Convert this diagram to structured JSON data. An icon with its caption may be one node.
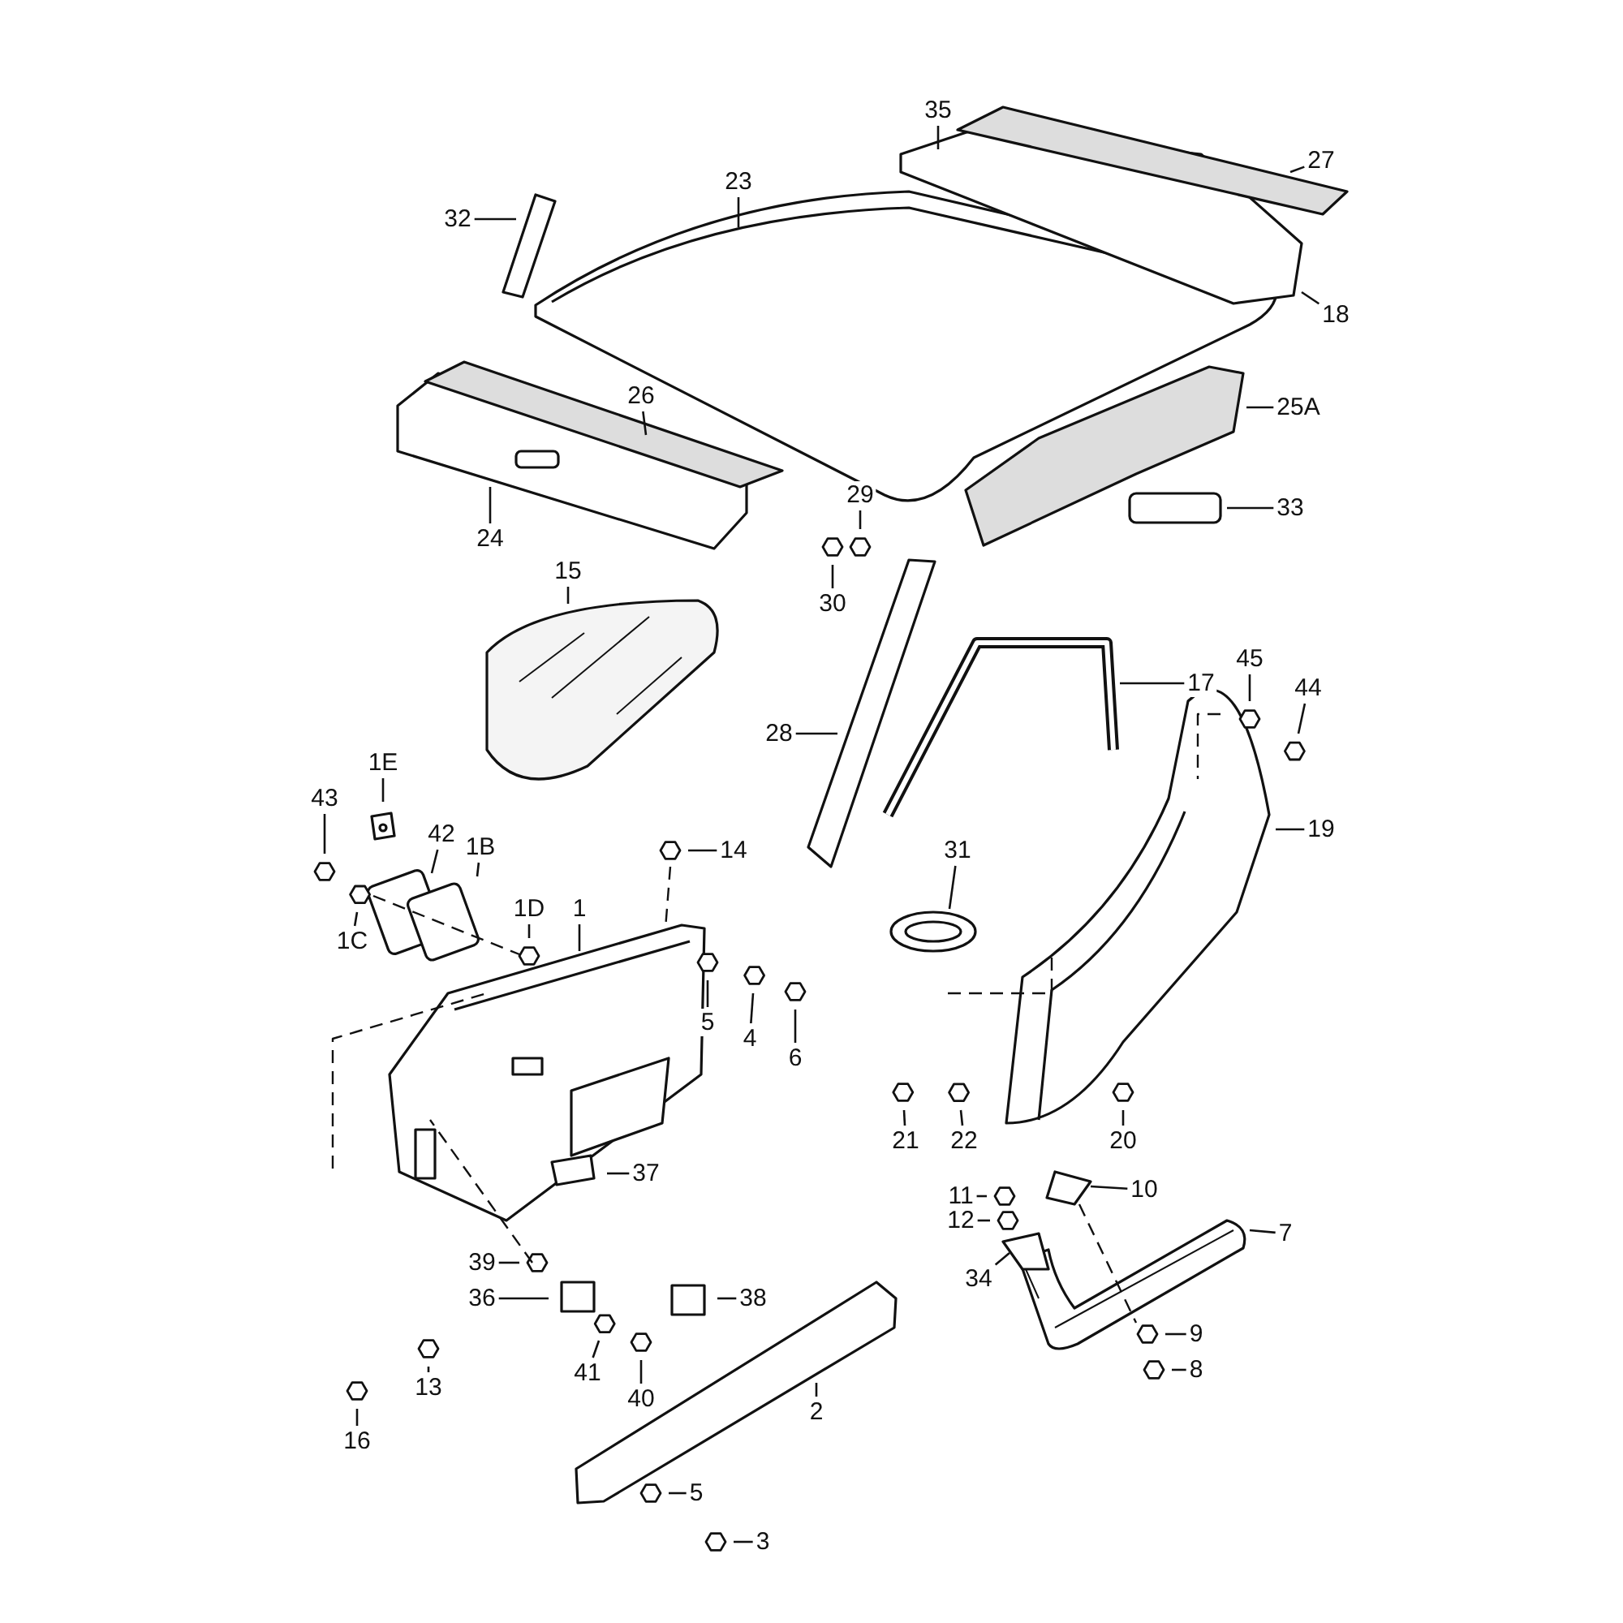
{
  "diagram": {
    "nodes": [
      {
        "text": [
          "32"
        ]
      },
      {
        "text": [
          "23"
        ]
      },
      {
        "text": [
          "35"
        ]
      },
      {
        "text": [
          "27"
        ]
      },
      {
        "text": [
          "18"
        ]
      },
      {
        "text": [
          "26"
        ]
      },
      {
        "text": [
          "25A"
        ]
      },
      {
        "text": [
          "24"
        ]
      },
      {
        "text": [
          "29"
        ]
      },
      {
        "text": [
          "33"
        ]
      },
      {
        "text": [
          "30"
        ]
      },
      {
        "text": [
          "15"
        ]
      },
      {
        "text": [
          "45"
        ]
      },
      {
        "text": [
          "17"
        ]
      },
      {
        "text": [
          "44"
        ]
      },
      {
        "text": [
          "28"
        ]
      },
      {
        "text": [
          "43"
        ]
      },
      {
        "text": [
          "1E"
        ]
      },
      {
        "text": [
          "42"
        ]
      },
      {
        "text": [
          "1B"
        ]
      },
      {
        "text": [
          "14"
        ]
      },
      {
        "text": [
          "19"
        ]
      },
      {
        "text": [
          "31"
        ]
      },
      {
        "text": [
          "1D"
        ]
      },
      {
        "text": [
          "1"
        ]
      },
      {
        "text": [
          "1C"
        ]
      },
      {
        "text": [
          "5"
        ]
      },
      {
        "text": [
          "4"
        ]
      },
      {
        "text": [
          "6"
        ]
      },
      {
        "text": [
          "21"
        ]
      },
      {
        "text": [
          "22"
        ]
      },
      {
        "text": [
          "20"
        ]
      },
      {
        "text": [
          "37"
        ]
      },
      {
        "text": [
          "10"
        ]
      },
      {
        "text": [
          "11"
        ]
      },
      {
        "text": [
          "12"
        ]
      },
      {
        "text": [
          "7"
        ]
      },
      {
        "text": [
          "39"
        ]
      },
      {
        "text": [
          "34"
        ]
      },
      {
        "text": [
          "36"
        ]
      },
      {
        "text": [
          "38"
        ]
      },
      {
        "text": [
          "9"
        ]
      },
      {
        "text": [
          "41"
        ]
      },
      {
        "text": [
          "13"
        ]
      },
      {
        "text": [
          "8"
        ]
      },
      {
        "text": [
          "40"
        ]
      },
      {
        "text": [
          "2"
        ]
      },
      {
        "text": [
          "16"
        ]
      },
      {
        "text": [
          "5"
        ]
      },
      {
        "text": [
          "3"
        ]
      }
    ],
    "edges": [
      {
        "from": 0,
        "to": null,
        "arrow": "none"
      },
      {
        "from": 1,
        "to": null,
        "arrow": "none"
      },
      {
        "from": 2,
        "to": null,
        "arrow": "none"
      },
      {
        "from": 3,
        "to": null,
        "arrow": "none"
      },
      {
        "from": 4,
        "to": null,
        "arrow": "none"
      },
      {
        "from": 5,
        "to": null,
        "arrow": "none"
      },
      {
        "from": 6,
        "to": null,
        "arrow": "none"
      },
      {
        "from": 7,
        "to": null,
        "arrow": "none"
      },
      {
        "from": 8,
        "to": null,
        "arrow": "none"
      },
      {
        "from": 9,
        "to": null,
        "arrow": "none"
      },
      {
        "from": 10,
        "to": null,
        "arrow": "none"
      },
      {
        "from": 11,
        "to": null,
        "arrow": "none"
      },
      {
        "from": 12,
        "to": null,
        "arrow": "none"
      },
      {
        "from": 13,
        "to": null,
        "arrow": "none"
      },
      {
        "from": 14,
        "to": null,
        "arrow": "none"
      },
      {
        "from": 15,
        "to": null,
        "arrow": "none"
      },
      {
        "from": 16,
        "to": null,
        "arrow": "none"
      },
      {
        "from": 17,
        "to": null,
        "arrow": "none"
      },
      {
        "from": 18,
        "to": null,
        "arrow": "none"
      },
      {
        "from": 19,
        "to": null,
        "arrow": "none"
      },
      {
        "from": 20,
        "to": null,
        "arrow": "none"
      },
      {
        "from": 21,
        "to": null,
        "arrow": "none"
      },
      {
        "from": 22,
        "to": null,
        "arrow": "none"
      },
      {
        "from": 23,
        "to": null,
        "arrow": "none"
      },
      {
        "from": 24,
        "to": null,
        "arrow": "none"
      },
      {
        "from": 25,
        "to": null,
        "arrow": "none"
      },
      {
        "from": 26,
        "to": null,
        "arrow": "none"
      },
      {
        "from": 27,
        "to": null,
        "arrow": "none"
      },
      {
        "from": 28,
        "to": null,
        "arrow": "none"
      },
      {
        "from": 29,
        "to": null,
        "arrow": "none"
      },
      {
        "from": 30,
        "to": null,
        "arrow": "none"
      },
      {
        "from": 31,
        "to": null,
        "arrow": "none"
      },
      {
        "from": 32,
        "to": null,
        "arrow": "none"
      },
      {
        "from": 33,
        "to": null,
        "arrow": "none"
      },
      {
        "from": 34,
        "to": null,
        "arrow": "none"
      },
      {
        "from": 35,
        "to": null,
        "arrow": "none"
      },
      {
        "from": 36,
        "to": null,
        "arrow": "none"
      },
      {
        "from": 37,
        "to": null,
        "arrow": "none"
      },
      {
        "from": 38,
        "to": null,
        "arrow": "none"
      },
      {
        "from": 39,
        "to": null,
        "arrow": "none"
      },
      {
        "from": 40,
        "to": null,
        "arrow": "none"
      },
      {
        "from": 41,
        "to": null,
        "arrow": "none"
      },
      {
        "from": 42,
        "to": null,
        "arrow": "none"
      },
      {
        "from": 43,
        "to": null,
        "arrow": "none"
      },
      {
        "from": 44,
        "to": null,
        "arrow": "none"
      },
      {
        "from": 45,
        "to": null,
        "arrow": "none"
      },
      {
        "from": 46,
        "to": null,
        "arrow": "none"
      },
      {
        "from": 47,
        "to": null,
        "arrow": "none"
      },
      {
        "from": 48,
        "to": null,
        "arrow": "none"
      },
      {
        "from": 49,
        "to": null,
        "arrow": "none"
      }
    ]
  }
}
